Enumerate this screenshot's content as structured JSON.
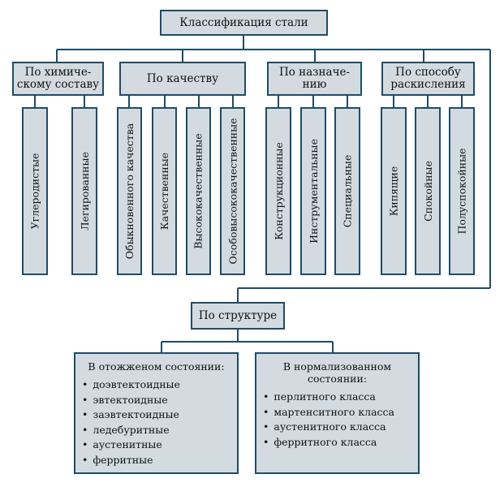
{
  "title": "Классификация стали",
  "groups": [
    {
      "label": "По химическому составу",
      "line1": "По химиче-",
      "line2": "скому составу",
      "items": [
        "Углеродистые",
        "Легированные"
      ]
    },
    {
      "label": "По качеству",
      "items": [
        "Обыкновенного качества",
        "Качественные",
        "Высококачественные",
        "Особовысококачественные"
      ]
    },
    {
      "label": "По назначению",
      "line1": "По назначе-",
      "line2": "нию",
      "items": [
        "Конструкционные",
        "Инструментальные",
        "Специальные"
      ]
    },
    {
      "label": "По способу раскисления",
      "line1": "По способу",
      "line2": "раскисления",
      "items": [
        "Кипящие",
        "Спокойные",
        "Полуспокойные"
      ]
    }
  ],
  "structure": {
    "label": "По структуре",
    "annealed": {
      "title": "В отожженом состоянии:",
      "items": [
        "доэвтектоидные",
        "эвтектоидные",
        "заэвтектоидные",
        "ледебуритные",
        "аустенитные",
        "ферритные"
      ]
    },
    "normalized": {
      "title_line1": "В нормализованном",
      "title_line2": "состоянии:",
      "items": [
        "перлитного класса",
        "мартенситного класса",
        "аустенитного класса",
        "ферритного класса"
      ]
    }
  },
  "colors": {
    "box_fill": "#d3dbe1",
    "border": "#1f4c66"
  }
}
